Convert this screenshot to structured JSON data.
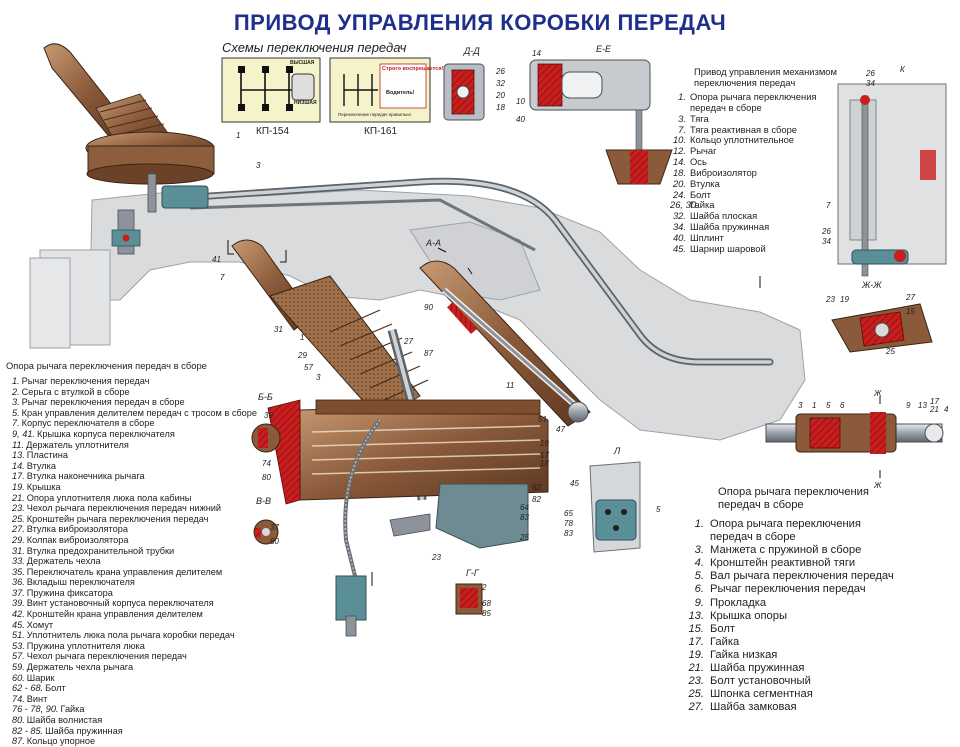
{
  "title": "ПРИВОД УПРАВЛЕНИЯ КОРОБКИ ПЕРЕДАЧ",
  "schemes": {
    "heading": "Схемы переключения передач",
    "labels": [
      "КП-154",
      "КП-161"
    ],
    "kp154_tags": [
      "ВЫСШАЯ",
      "НИЗШАЯ"
    ],
    "kp161_note": "Строго воспрещается!",
    "kp161_driver": "Водитель!",
    "kp161_footer": "Переключение передач правильно"
  },
  "sections": [
    "Д-Д",
    "Е-Е",
    "А-А",
    "Б-Б",
    "В-В",
    "Г-Г",
    "Ж-Ж",
    "Л"
  ],
  "markers": [
    "А",
    "Б",
    "В",
    "Г",
    "Д",
    "Е",
    "Ж",
    "К",
    "Л"
  ],
  "callouts": {
    "dd": [
      "14",
      "26",
      "32",
      "20",
      "18",
      "10",
      "40"
    ],
    "topright": [
      "26",
      "34",
      "К",
      "7",
      "26",
      "34"
    ],
    "zhzh": [
      "23",
      "19",
      "27",
      "15",
      "25"
    ],
    "zh": [
      "3",
      "1",
      "5",
      "6",
      "9",
      "13",
      "17",
      "21",
      "4",
      "Ж",
      "Ж"
    ],
    "main": [
      "1",
      "3",
      "41",
      "7",
      "31",
      "1",
      "29",
      "57",
      "3",
      "27",
      "87",
      "90",
      "11",
      "51",
      "47",
      "19",
      "17",
      "18",
      "62",
      "82",
      "64",
      "83",
      "25",
      "23",
      "2",
      "68",
      "85",
      "39",
      "74",
      "80",
      "37",
      "60",
      "45",
      "5",
      "65",
      "78",
      "83"
    ]
  },
  "legend_left": {
    "heading": "Опора рычага переключения передач в сборе",
    "items": [
      {
        "n": "1.",
        "t": "Рычаг переключения передач"
      },
      {
        "n": "2.",
        "t": "Серьга с втулкой в сборе"
      },
      {
        "n": "3.",
        "t": "Рычаг переключения передач в сборе"
      },
      {
        "n": "5.",
        "t": "Кран управления делителем передач с тросом в сборе"
      },
      {
        "n": "7.",
        "t": "Корпус переключателя в сборе"
      },
      {
        "n": "9, 41.",
        "t": "Крышка корпуса переключателя"
      },
      {
        "n": "11.",
        "t": "Держатель уплотнителя"
      },
      {
        "n": "13.",
        "t": "Пластина"
      },
      {
        "n": "14.",
        "t": "Втулка"
      },
      {
        "n": "17.",
        "t": "Втулка наконечника рычага"
      },
      {
        "n": "19.",
        "t": "Крышка"
      },
      {
        "n": "21.",
        "t": "Опора уплотнителя люка пола кабины"
      },
      {
        "n": "23.",
        "t": "Чехол рычага переключения передач нижний"
      },
      {
        "n": "25.",
        "t": "Кронштейн рычага переключения передач"
      },
      {
        "n": "27.",
        "t": "Втулка виброизолятора"
      },
      {
        "n": "29.",
        "t": "Колпак виброизолятора"
      },
      {
        "n": "31.",
        "t": "Втулка предохранительной трубки"
      },
      {
        "n": "33.",
        "t": "Держатель чехла"
      },
      {
        "n": "35.",
        "t": "Переключатель крана управления делителем"
      },
      {
        "n": "36.",
        "t": "Вкладыш переключателя"
      },
      {
        "n": "37.",
        "t": "Пружина фиксатора"
      },
      {
        "n": "39.",
        "t": "Винт установочный корпуса переключателя"
      },
      {
        "n": "42.",
        "t": "Кронштейн крана управления делителем"
      },
      {
        "n": "45.",
        "t": "Хомут"
      },
      {
        "n": "51.",
        "t": "Уплотнитель люка пола рычага коробки передач"
      },
      {
        "n": "53.",
        "t": "Пружина уплотнителя люка"
      },
      {
        "n": "57.",
        "t": "Чехол рычага переключения передач"
      },
      {
        "n": "59.",
        "t": "Держатель чехла рычага"
      },
      {
        "n": "60.",
        "t": "Шарик"
      },
      {
        "n": "62 - 68.",
        "t": "Болт"
      },
      {
        "n": "74.",
        "t": "Винт"
      },
      {
        "n": "76 - 78, 90.",
        "t": "Гайка"
      },
      {
        "n": "80.",
        "t": "Шайба волнистая"
      },
      {
        "n": "82 - 85.",
        "t": "Шайба пружинная"
      },
      {
        "n": "87.",
        "t": "Кольцо упорное"
      }
    ]
  },
  "legend_topright": {
    "heading": "Привод управления механизмом переключения передач",
    "heading_lines": [
      "Привод управления механизмом",
      "переключения передач"
    ],
    "items": [
      {
        "n": "1.",
        "t": "Опора рычага переключения"
      },
      {
        "n": "",
        "t": "передач в сборе"
      },
      {
        "n": "3.",
        "t": "Тяга"
      },
      {
        "n": "7.",
        "t": "Тяга реактивная в сборе"
      },
      {
        "n": "10.",
        "t": "Кольцо уплотнительное"
      },
      {
        "n": "12.",
        "t": "Рычаг"
      },
      {
        "n": "14.",
        "t": "Ось"
      },
      {
        "n": "18.",
        "t": "Виброизолятор"
      },
      {
        "n": "20.",
        "t": "Втулка"
      },
      {
        "n": "24.",
        "t": "Болт"
      },
      {
        "n": "26, 30.",
        "t": "Гайка"
      },
      {
        "n": "32.",
        "t": "Шайба плоская"
      },
      {
        "n": "34.",
        "t": "Шайба пружинная"
      },
      {
        "n": "40.",
        "t": "Шплинт"
      },
      {
        "n": "45.",
        "t": "Шарнир шаровой"
      }
    ]
  },
  "legend_bottomright": {
    "heading_lines": [
      "Опора рычага переключения",
      "передач в сборе"
    ],
    "items": [
      {
        "n": "1.",
        "t": "Опора рычага переключения"
      },
      {
        "n": "",
        "t": "передач в сборе"
      },
      {
        "n": "3.",
        "t": "Манжета с пружиной в сборе"
      },
      {
        "n": "4.",
        "t": "Кронштейн реактивной тяги"
      },
      {
        "n": "5.",
        "t": "Вал рычага переключения передач"
      },
      {
        "n": "6.",
        "t": "Рычаг переключения передач"
      },
      {
        "n": "9.",
        "t": "Прокладка"
      },
      {
        "n": "13.",
        "t": "Крышка опоры"
      },
      {
        "n": "15.",
        "t": "Болт"
      },
      {
        "n": "17.",
        "t": "Гайка"
      },
      {
        "n": "19.",
        "t": "Гайка низкая"
      },
      {
        "n": "21.",
        "t": "Шайба пружинная"
      },
      {
        "n": "23.",
        "t": "Болт установочный"
      },
      {
        "n": "25.",
        "t": "Шпонка сегментная"
      },
      {
        "n": "27.",
        "t": "Шайба замковая"
      }
    ]
  },
  "colors": {
    "title": "#1e2f8c",
    "housing": "#8a5a3a",
    "metal": "#9aa0a8",
    "section_red": "#c81e1e",
    "engine_gray": "#d9dadc",
    "teal": "#5a8f98"
  }
}
